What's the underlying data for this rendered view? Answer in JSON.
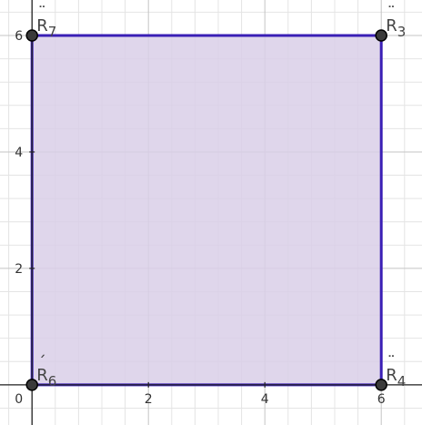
{
  "chart_data": {
    "type": "scatter",
    "x_range": [
      -0.55,
      6.7
    ],
    "y_range": [
      -0.69,
      6.61
    ],
    "grid": true,
    "x_ticks": [
      0,
      2,
      4,
      6
    ],
    "y_ticks": [
      2,
      4,
      6
    ],
    "origin_label": "0",
    "points": [
      {
        "name": "R",
        "subscript": "7",
        "accent": "¨",
        "x": 0,
        "y": 6
      },
      {
        "name": "R",
        "subscript": "3",
        "accent": "¨",
        "x": 6,
        "y": 6
      },
      {
        "name": "R",
        "subscript": "4",
        "accent": "¨",
        "x": 6,
        "y": 0
      },
      {
        "name": "R",
        "subscript": "6",
        "accent": "´",
        "x": 0,
        "y": 0
      }
    ],
    "polygon": {
      "vertices": [
        [
          0,
          6
        ],
        [
          6,
          6
        ],
        [
          6,
          0
        ],
        [
          0,
          0
        ]
      ],
      "stroke": "#3a1fb5",
      "fill": "#d9cfe8"
    }
  },
  "colors": {
    "minor_grid": "#e4e4e4",
    "major_grid": "#c4c4c4",
    "axis": "#222222",
    "point_fill": "#3a3a3a"
  }
}
